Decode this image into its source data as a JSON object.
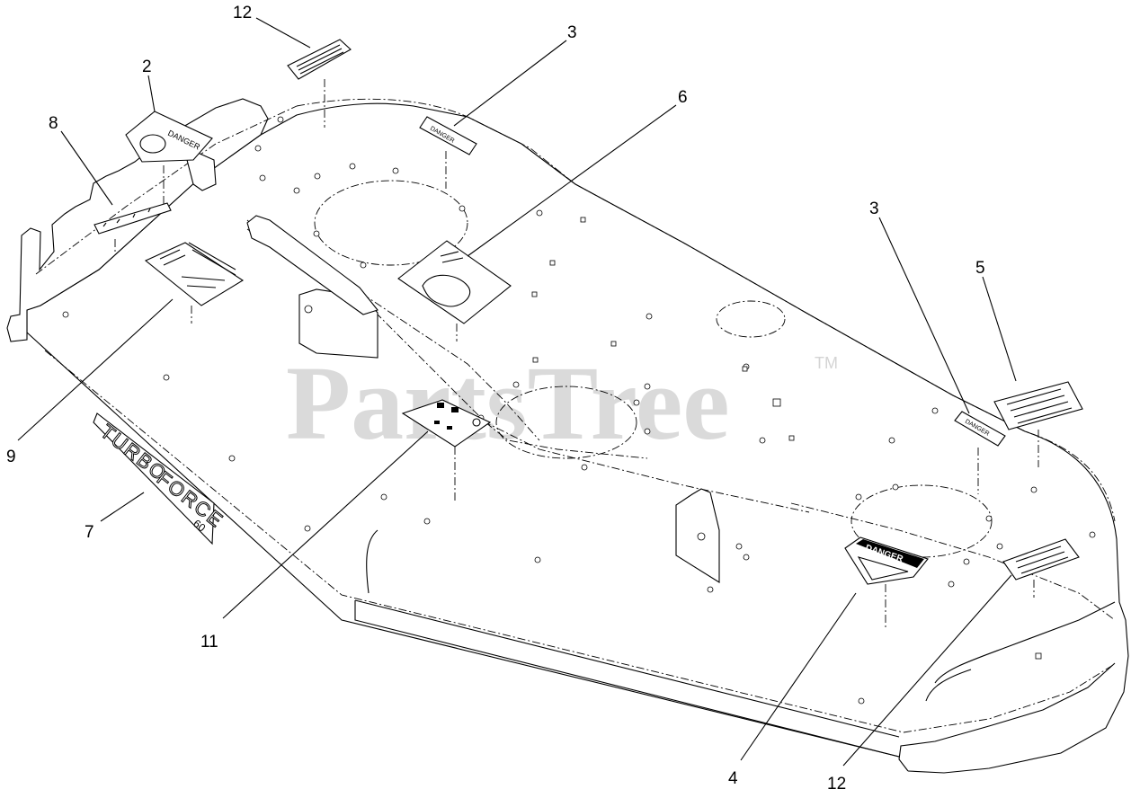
{
  "watermark": {
    "text": "PartsTree",
    "trademark": "TM"
  },
  "callouts": [
    {
      "label": "12",
      "part": "danger-decal-12-top"
    },
    {
      "label": "2",
      "part": "danger-decal-2"
    },
    {
      "label": "8",
      "part": "height-decal-8"
    },
    {
      "label": "3",
      "part": "danger-strip-3-top"
    },
    {
      "label": "6",
      "part": "belt-routing-decal-6"
    },
    {
      "label": "3",
      "part": "danger-strip-3-right"
    },
    {
      "label": "5",
      "part": "warning-decal-5"
    },
    {
      "label": "9",
      "part": "instruction-decal-9"
    },
    {
      "label": "7",
      "part": "model-decal-7"
    },
    {
      "label": "11",
      "part": "symbols-decal-11"
    },
    {
      "label": "4",
      "part": "danger-decal-4"
    },
    {
      "label": "12",
      "part": "danger-decal-12-bottom"
    }
  ],
  "decals": {
    "danger_word": "DANGER",
    "model_line1": "TURBO",
    "model_line2": "FORCE",
    "model_size": "60"
  }
}
